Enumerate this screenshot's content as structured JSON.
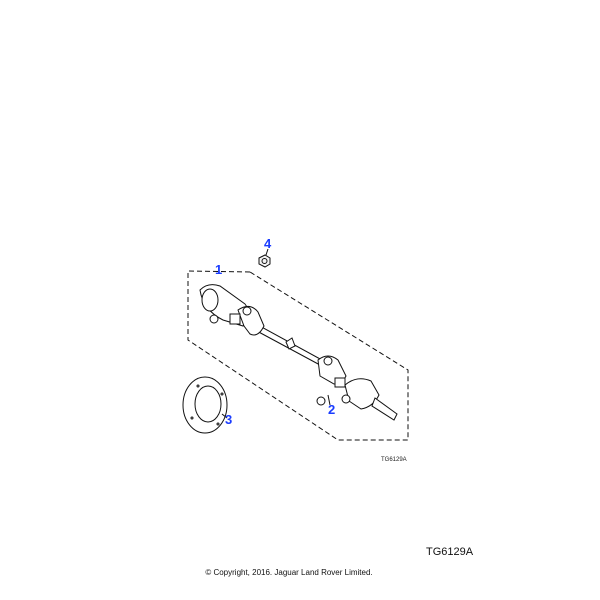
{
  "diagram": {
    "callouts": [
      "1",
      "2",
      "3",
      "4"
    ],
    "illustration_code": "TG6129A",
    "callout_color": "#1a3cff"
  },
  "footer": {
    "figure_code": "TG6129A",
    "copyright": "© Copyright, 2016. Jaguar Land Rover Limited."
  }
}
